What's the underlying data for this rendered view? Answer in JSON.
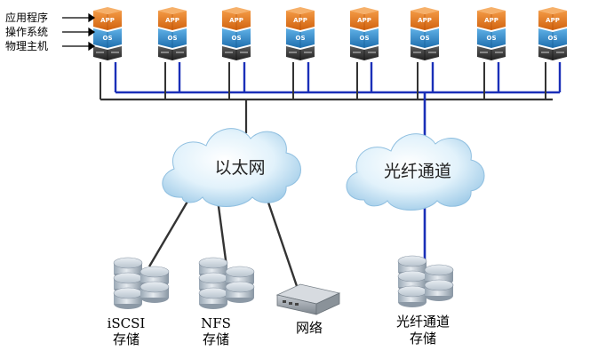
{
  "legend": {
    "items": [
      {
        "label": "应用程序"
      },
      {
        "label": "操作系统"
      },
      {
        "label": "物理主机"
      }
    ]
  },
  "server_stack": {
    "app_label": "APP",
    "os_label": "OS",
    "count": 8,
    "colors": {
      "app": "#e8731c",
      "os": "#2e89c8",
      "host": "#3a3a3a"
    }
  },
  "networks": {
    "ethernet_cloud": {
      "label": "以太网"
    },
    "fc_cloud": {
      "label": "光纤通道"
    },
    "colors": {
      "ethernet_line": "#333333",
      "fc_line": "#1a2fb8",
      "cloud": "#cde8f8"
    }
  },
  "devices": [
    {
      "line1": "iSCSI",
      "line2": "存储"
    },
    {
      "line1": "NFS",
      "line2": "存储"
    },
    {
      "line1": "网络",
      "line2": ""
    },
    {
      "line1": "光纤通道",
      "line2": "存储"
    }
  ]
}
